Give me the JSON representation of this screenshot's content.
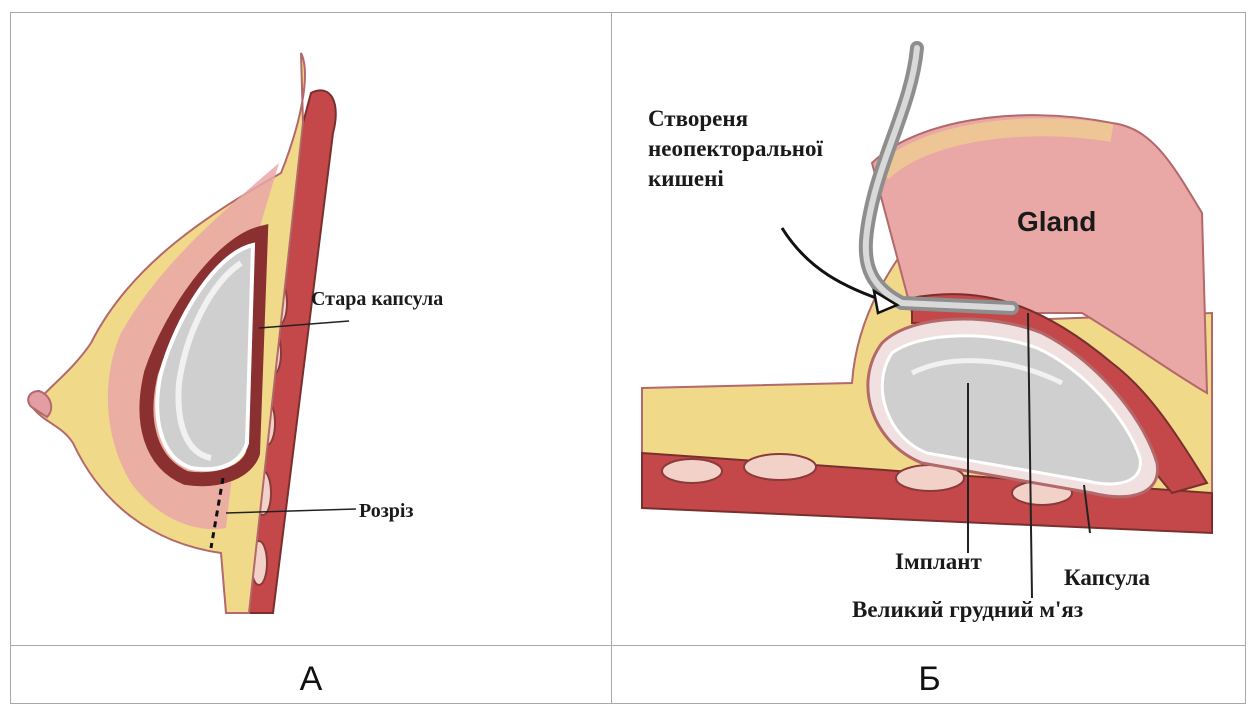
{
  "panels": [
    {
      "caption": "А",
      "labels": {
        "old_capsule": "Стара капсула",
        "incision": "Розріз"
      }
    },
    {
      "caption": "Б",
      "labels": {
        "pocket_line1": "Створеня",
        "pocket_line2": "неопекторальної",
        "pocket_line3": "кишені",
        "gland": "Gland",
        "implant": "Імплант",
        "capsule": "Капсула",
        "muscle": "Великий грудний м'яз"
      }
    }
  ],
  "colors": {
    "tissue_fat": "#f1d98a",
    "tissue_pink": "#e9a7a6",
    "muscle_red": "#c4484a",
    "implant_grey": "#cfcfcf",
    "outline": "#7a2f2f"
  }
}
